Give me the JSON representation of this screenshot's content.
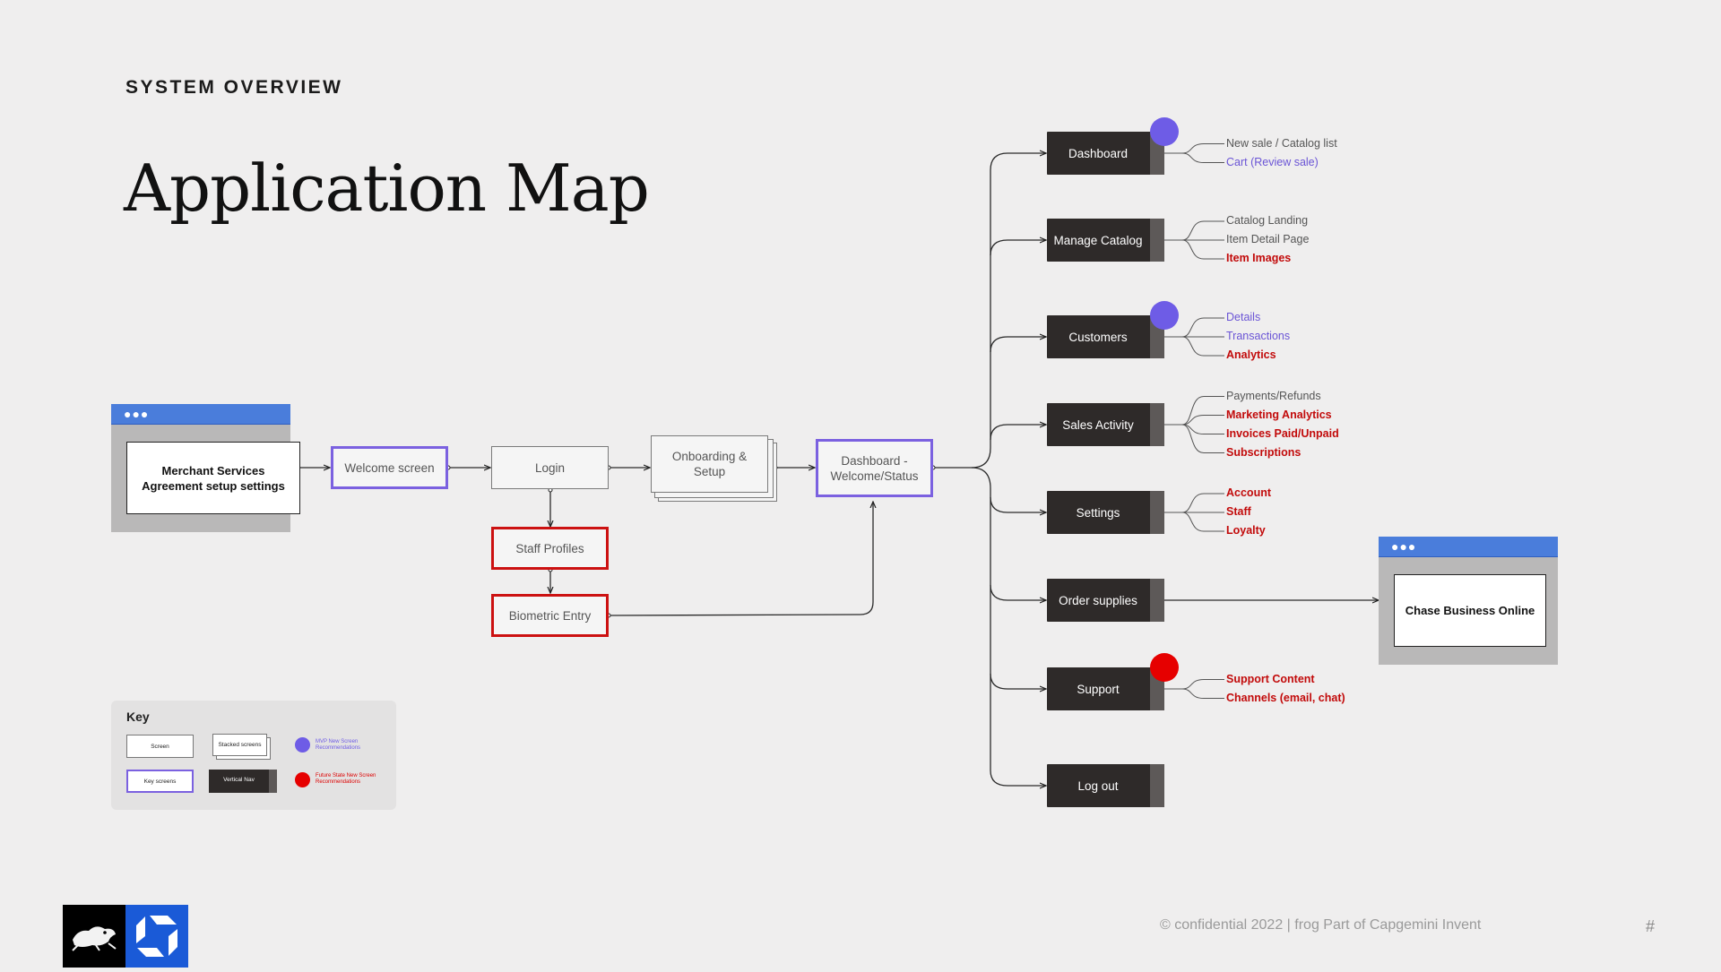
{
  "header": {
    "eyebrow": "SYSTEM OVERVIEW",
    "title": "Application Map"
  },
  "flow": {
    "merchant": "Merchant Services Agreement setup settings",
    "welcome": "Welcome screen",
    "login": "Login",
    "onboarding": "Onboarding & Setup",
    "dashboard_status": "Dashboard - Welcome/Status",
    "staff_profiles": "Staff Profiles",
    "biometric": "Biometric Entry"
  },
  "nav": [
    {
      "label": "Dashboard",
      "dot": "mvp",
      "subs": [
        {
          "text": "New sale / Catalog list",
          "tone": "gray"
        },
        {
          "text": "Cart (Review sale)",
          "tone": "purple"
        }
      ]
    },
    {
      "label": "Manage Catalog",
      "dot": null,
      "subs": [
        {
          "text": "Catalog Landing",
          "tone": "gray"
        },
        {
          "text": "Item Detail Page",
          "tone": "gray"
        },
        {
          "text": "Item Images",
          "tone": "red"
        }
      ]
    },
    {
      "label": "Customers",
      "dot": "mvp",
      "subs": [
        {
          "text": "Details",
          "tone": "purple"
        },
        {
          "text": "Transactions",
          "tone": "purple"
        },
        {
          "text": "Analytics",
          "tone": "red"
        }
      ]
    },
    {
      "label": "Sales Activity",
      "dot": null,
      "subs": [
        {
          "text": "Payments/Refunds",
          "tone": "gray"
        },
        {
          "text": "Marketing Analytics",
          "tone": "red"
        },
        {
          "text": "Invoices Paid/Unpaid",
          "tone": "red"
        },
        {
          "text": "Subscriptions",
          "tone": "red"
        }
      ]
    },
    {
      "label": "Settings",
      "dot": null,
      "subs": [
        {
          "text": "Account",
          "tone": "red"
        },
        {
          "text": "Staff",
          "tone": "red"
        },
        {
          "text": "Loyalty",
          "tone": "red"
        }
      ]
    },
    {
      "label": "Order supplies",
      "dot": null,
      "subs": []
    },
    {
      "label": "Support",
      "dot": "future",
      "subs": [
        {
          "text": "Support Content",
          "tone": "red"
        },
        {
          "text": "Channels (email, chat)",
          "tone": "red"
        }
      ]
    },
    {
      "label": "Log out",
      "dot": null,
      "subs": []
    }
  ],
  "external": {
    "chase": "Chase Business Online"
  },
  "key": {
    "title": "Key",
    "screen": "Screen",
    "stacked": "Stacked screens",
    "key_screens": "Key screens",
    "vertical_nav": "Vertical Nav",
    "mvp": "MVP New Screen Recommendations",
    "future": "Future State New Screen Recommendations"
  },
  "footer": {
    "copyright": "© confidential 2022 | frog Part of Capgemini Invent",
    "page": "#"
  },
  "colors": {
    "mvp": "#6e5ce6",
    "future": "#e60000",
    "key_border": "#7b61e0",
    "browser_bar": "#4a7ddb",
    "nav_bg": "#2e2a29"
  },
  "icons": {
    "frog_logo": "frog-logo-icon",
    "chase_logo": "chase-octagon-icon",
    "window_dots": "window-dots-icon"
  }
}
